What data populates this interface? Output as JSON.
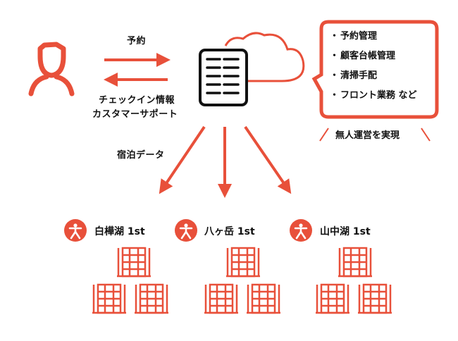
{
  "flow": {
    "reservation_label": "予約",
    "checkin_label_line1": "チェックイン情報",
    "checkin_label_line2": "カスタマーサポート",
    "lodging_data_label": "宿泊データ"
  },
  "callout": {
    "items": [
      "予約管理",
      "顧客台帳管理",
      "清掃手配",
      "フロント業務 など"
    ],
    "tagline": "無人運営を実現"
  },
  "locations": [
    {
      "name": "白樺湖 1st"
    },
    {
      "name": "八ヶ岳 1st"
    },
    {
      "name": "山中湖 1st"
    }
  ],
  "colors": {
    "accent": "#e8503a",
    "ink": "#111111"
  },
  "icons": [
    "user-icon",
    "server-icon",
    "cloud-icon",
    "hiker-icon",
    "lodge-icon"
  ]
}
